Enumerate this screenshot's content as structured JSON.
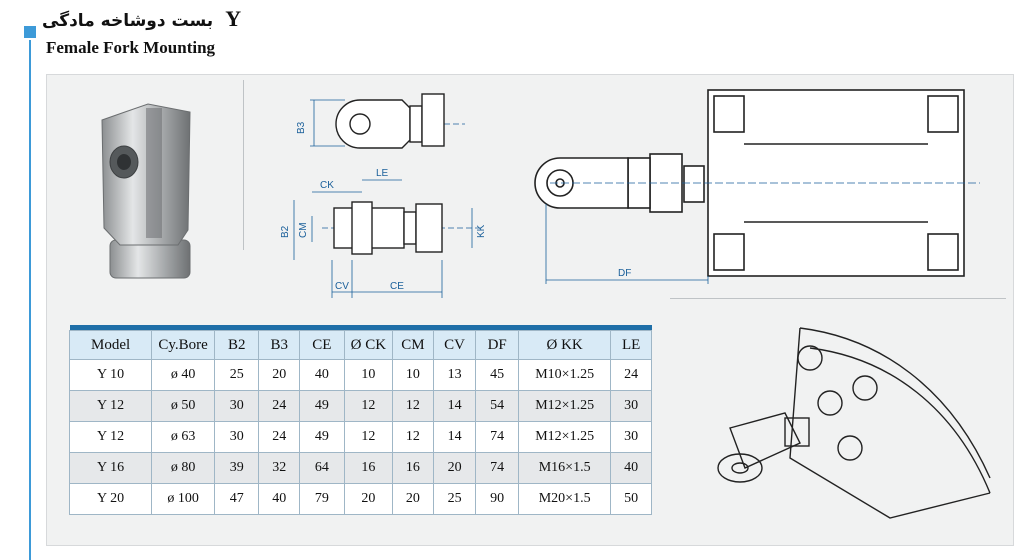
{
  "header": {
    "title_fa": "بست دوشاخه مادگی",
    "code": "Y",
    "subtitle": "Female Fork Mounting"
  },
  "dimensions": {
    "b3": "B3",
    "ck": "CK",
    "le": "LE",
    "b2": "B2",
    "cm": "CM",
    "kk": "KK",
    "cv": "CV",
    "ce": "CE",
    "df": "DF"
  },
  "table": {
    "columns": [
      "Model",
      "Cy.Bore",
      "B2",
      "B3",
      "CE",
      "Ø CK",
      "CM",
      "CV",
      "DF",
      "Ø KK",
      "LE"
    ],
    "rows": [
      [
        "Y 10",
        "ø 40",
        "25",
        "20",
        "40",
        "10",
        "10",
        "13",
        "45",
        "M10×1.25",
        "24"
      ],
      [
        "Y 12",
        "ø 50",
        "30",
        "24",
        "49",
        "12",
        "12",
        "14",
        "54",
        "M12×1.25",
        "30"
      ],
      [
        "Y 12",
        "ø 63",
        "30",
        "24",
        "49",
        "12",
        "12",
        "14",
        "74",
        "M12×1.25",
        "30"
      ],
      [
        "Y 16",
        "ø 80",
        "39",
        "32",
        "64",
        "16",
        "16",
        "20",
        "74",
        "M16×1.5",
        "40"
      ],
      [
        "Y 20",
        "ø 100",
        "47",
        "40",
        "79",
        "20",
        "20",
        "25",
        "90",
        "M20×1.5",
        "50"
      ]
    ]
  },
  "colors": {
    "accent": "#3d9ad8",
    "table_header_bar": "#1f6fa8",
    "table_header_bg": "#d8eaf6",
    "dimension_text": "#1a5f9a"
  }
}
